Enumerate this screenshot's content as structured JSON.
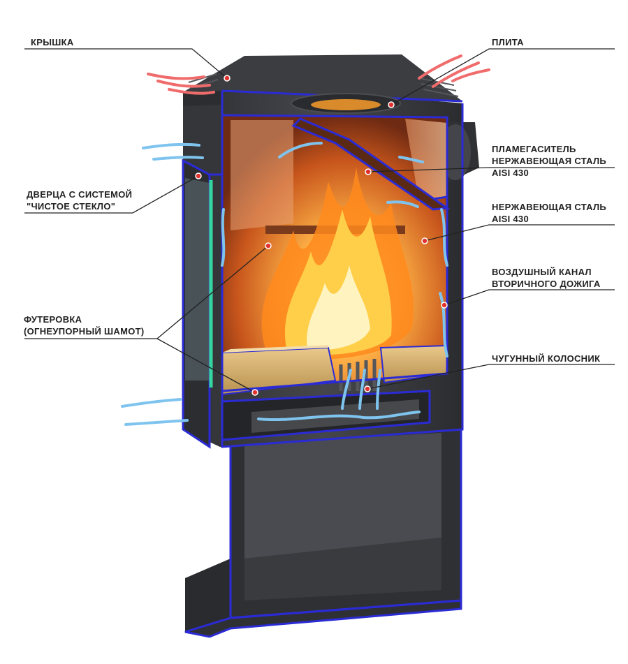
{
  "colors": {
    "outline": "#2b2bd6",
    "steel": "#3a3b3f",
    "steel_dark": "#2a2b2e",
    "fire_core": "#ffd25a",
    "fire_outer": "#e86a12",
    "firebrick": "#c9a66a",
    "glass_edge": "#33d6a0",
    "hot_air": "#f06c6c",
    "cold_air": "#7fc4ef",
    "marker": "#e0322f"
  },
  "labels": {
    "lid": [
      "КРЫШКА"
    ],
    "plate": [
      "ПЛИТА"
    ],
    "flame_damper": [
      "ПЛАМЕГАСИТЕЛЬ",
      "НЕРЖАВЕЮЩАЯ СТАЛЬ",
      "AISI 430"
    ],
    "steel": [
      "НЕРЖАВЕЮЩАЯ СТАЛЬ",
      "AISI 430"
    ],
    "door": [
      "ДВЕРЦА С СИСТЕМОЙ",
      "\"ЧИСТОЕ СТЕКЛО\""
    ],
    "air_channel": [
      "ВОЗДУШНЫЙ КАНАЛ",
      "ВТОРИЧНОГО ДОЖИГА"
    ],
    "lining": [
      "ФУТЕРОВКА",
      "(ОГНЕУПОРНЫЙ ШАМОТ)"
    ],
    "grate": [
      "ЧУГУННЫЙ КОЛОСНИК"
    ]
  }
}
